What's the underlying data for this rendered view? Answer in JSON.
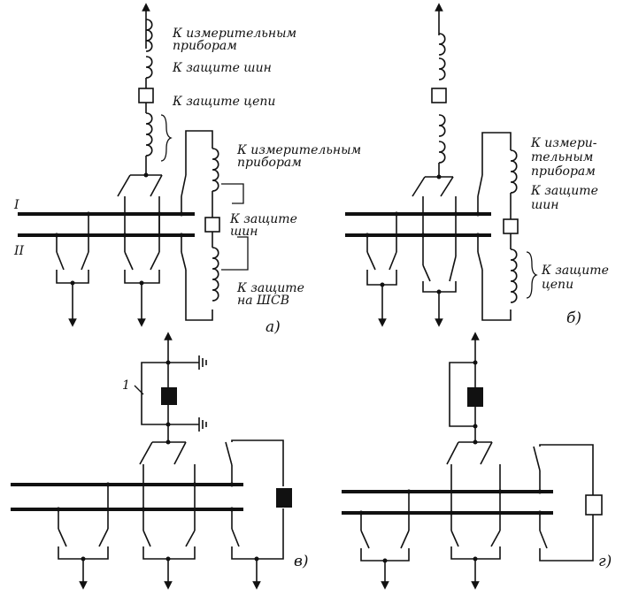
{
  "panel_a": {
    "label_1": "К измерительным",
    "label_1b": "приборам",
    "label_2": "К защите  шин",
    "label_3": "К защите цепи",
    "label_4": "К измерительным",
    "label_4b": "приборам",
    "label_5": "К защите",
    "label_5b": "шин",
    "label_6": "К защите",
    "label_6b": "на ШСВ",
    "bus_1": "I",
    "bus_2": "II",
    "tag": "а)"
  },
  "panel_b": {
    "label_1": "К измери-",
    "label_1b": "тельным",
    "label_1c": "приборам",
    "label_2": "К защите",
    "label_2b": "шин",
    "label_3": "К защите",
    "label_3b": "цепи",
    "tag": "б)"
  },
  "panel_c": {
    "callout": "1",
    "tag": "в)"
  },
  "panel_d": {
    "tag": "г)"
  }
}
